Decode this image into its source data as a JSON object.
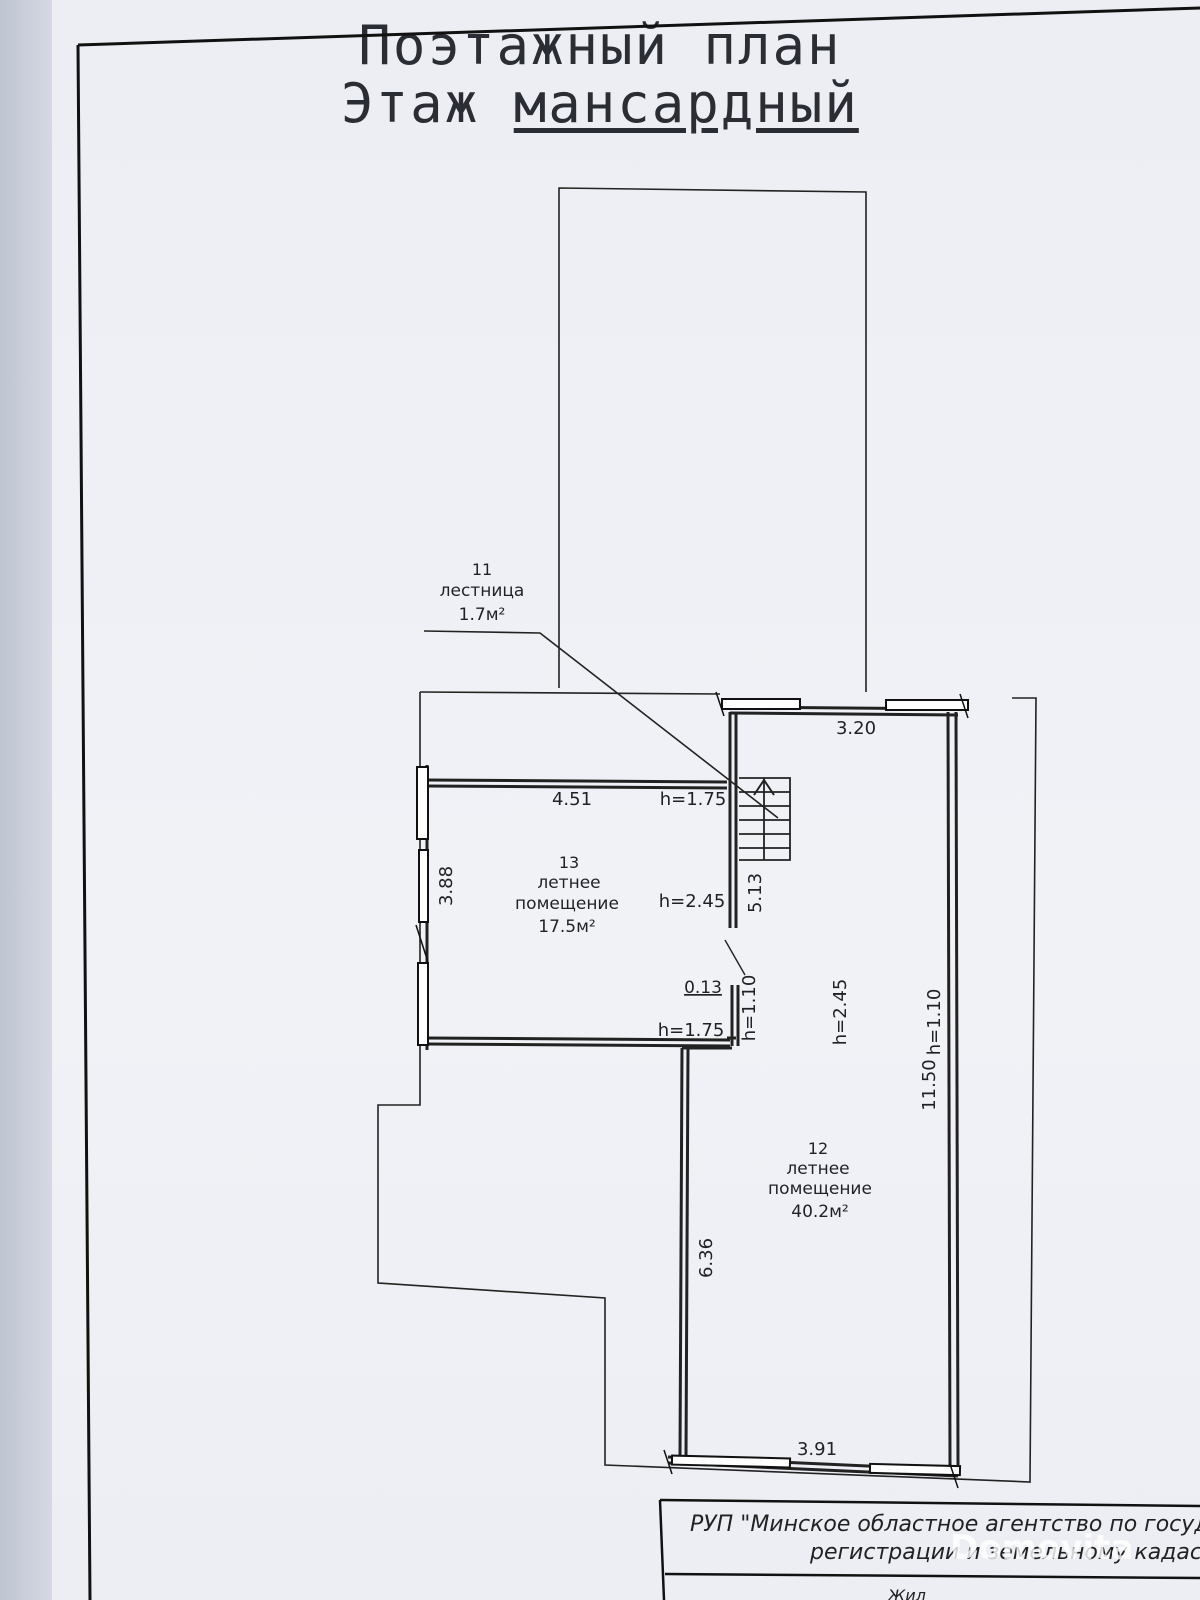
{
  "title": {
    "line1": "Поэтажный план",
    "line2_prefix": "Этаж ",
    "line2_underlined": "мансардный"
  },
  "rooms": {
    "stair": {
      "number": "11",
      "name": "лестница",
      "area": "1.7м²"
    },
    "room13": {
      "number": "13",
      "name_line1": "летнее",
      "name_line2": "помещение",
      "area": "17.5м²"
    },
    "room12": {
      "number": "12",
      "name_line1": "летнее",
      "name_line2": "помещение",
      "area": "40.2м²"
    }
  },
  "dimensions": {
    "d320": "3.20",
    "d451": "4.51",
    "d388": "3.88",
    "d513": "5.13",
    "d013": "0.13",
    "d636": "6.36",
    "d1150": "11.50",
    "d391": "3.91"
  },
  "heights": {
    "h175_top": "h=1.75",
    "h245_room13": "h=2.45",
    "h175_bottom": "h=1.75",
    "h110_left": "h=1.10",
    "h245_room12": "h=2.45",
    "h110_right": "h=1.10"
  },
  "stamp": {
    "line1": "РУП \"Минское областное агентство по госуда",
    "line2": "регистрации и земельному кадас",
    "line3": "Жил"
  },
  "watermark": "Domovita"
}
